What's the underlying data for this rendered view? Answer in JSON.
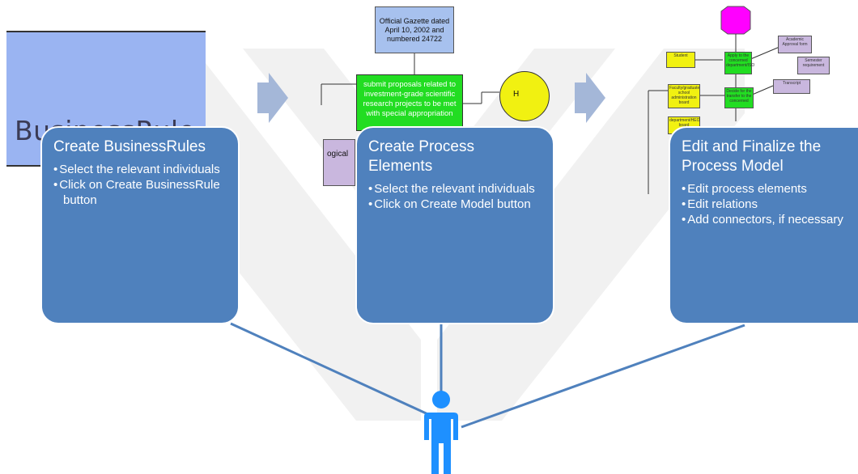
{
  "steps": [
    {
      "title": "Create BusinessRules",
      "bullets": [
        "Select the relevant individuals",
        "Click on Create BusinessRule button"
      ]
    },
    {
      "title": "Create Process Elements",
      "bullets": [
        "Select the relevant individuals",
        "Click on Create Model button"
      ]
    },
    {
      "title": "Edit and Finalize the Process Model",
      "bullets": [
        "Edit process elements",
        "Edit relations",
        "Add connectors, if necessary"
      ]
    }
  ],
  "screenshot1": {
    "text": "BusinessRule"
  },
  "screenshot2": {
    "gazette": "Official Gazette dated April 10, 2002 and numbered 24722",
    "activity": "submit proposals related to investment-grade scientific research projects to be met with special appropriation",
    "disk_label": "H",
    "purple_label": "ogical"
  },
  "screenshot3": {
    "student": "Student",
    "faculty": "Faculty/graduate school administration board",
    "department": "department/HEO board",
    "apply": "Apply to the concerned department/ISO",
    "decide": "Decide for the transfer to the concerned",
    "academic": "Academic Approval form",
    "semester": "Semester requirement",
    "transcript": "Transcript"
  },
  "colors": {
    "card_blue": "#4f81bd",
    "arrow_blue": "#a4b7d8",
    "person_blue": "#1e90ff",
    "connector_blue": "#4f81bd",
    "br_tile": "#9ab4f2",
    "green": "#22dd22",
    "yellow": "#f1f111",
    "purple": "#c9b7de",
    "magenta": "#ff00ff"
  }
}
